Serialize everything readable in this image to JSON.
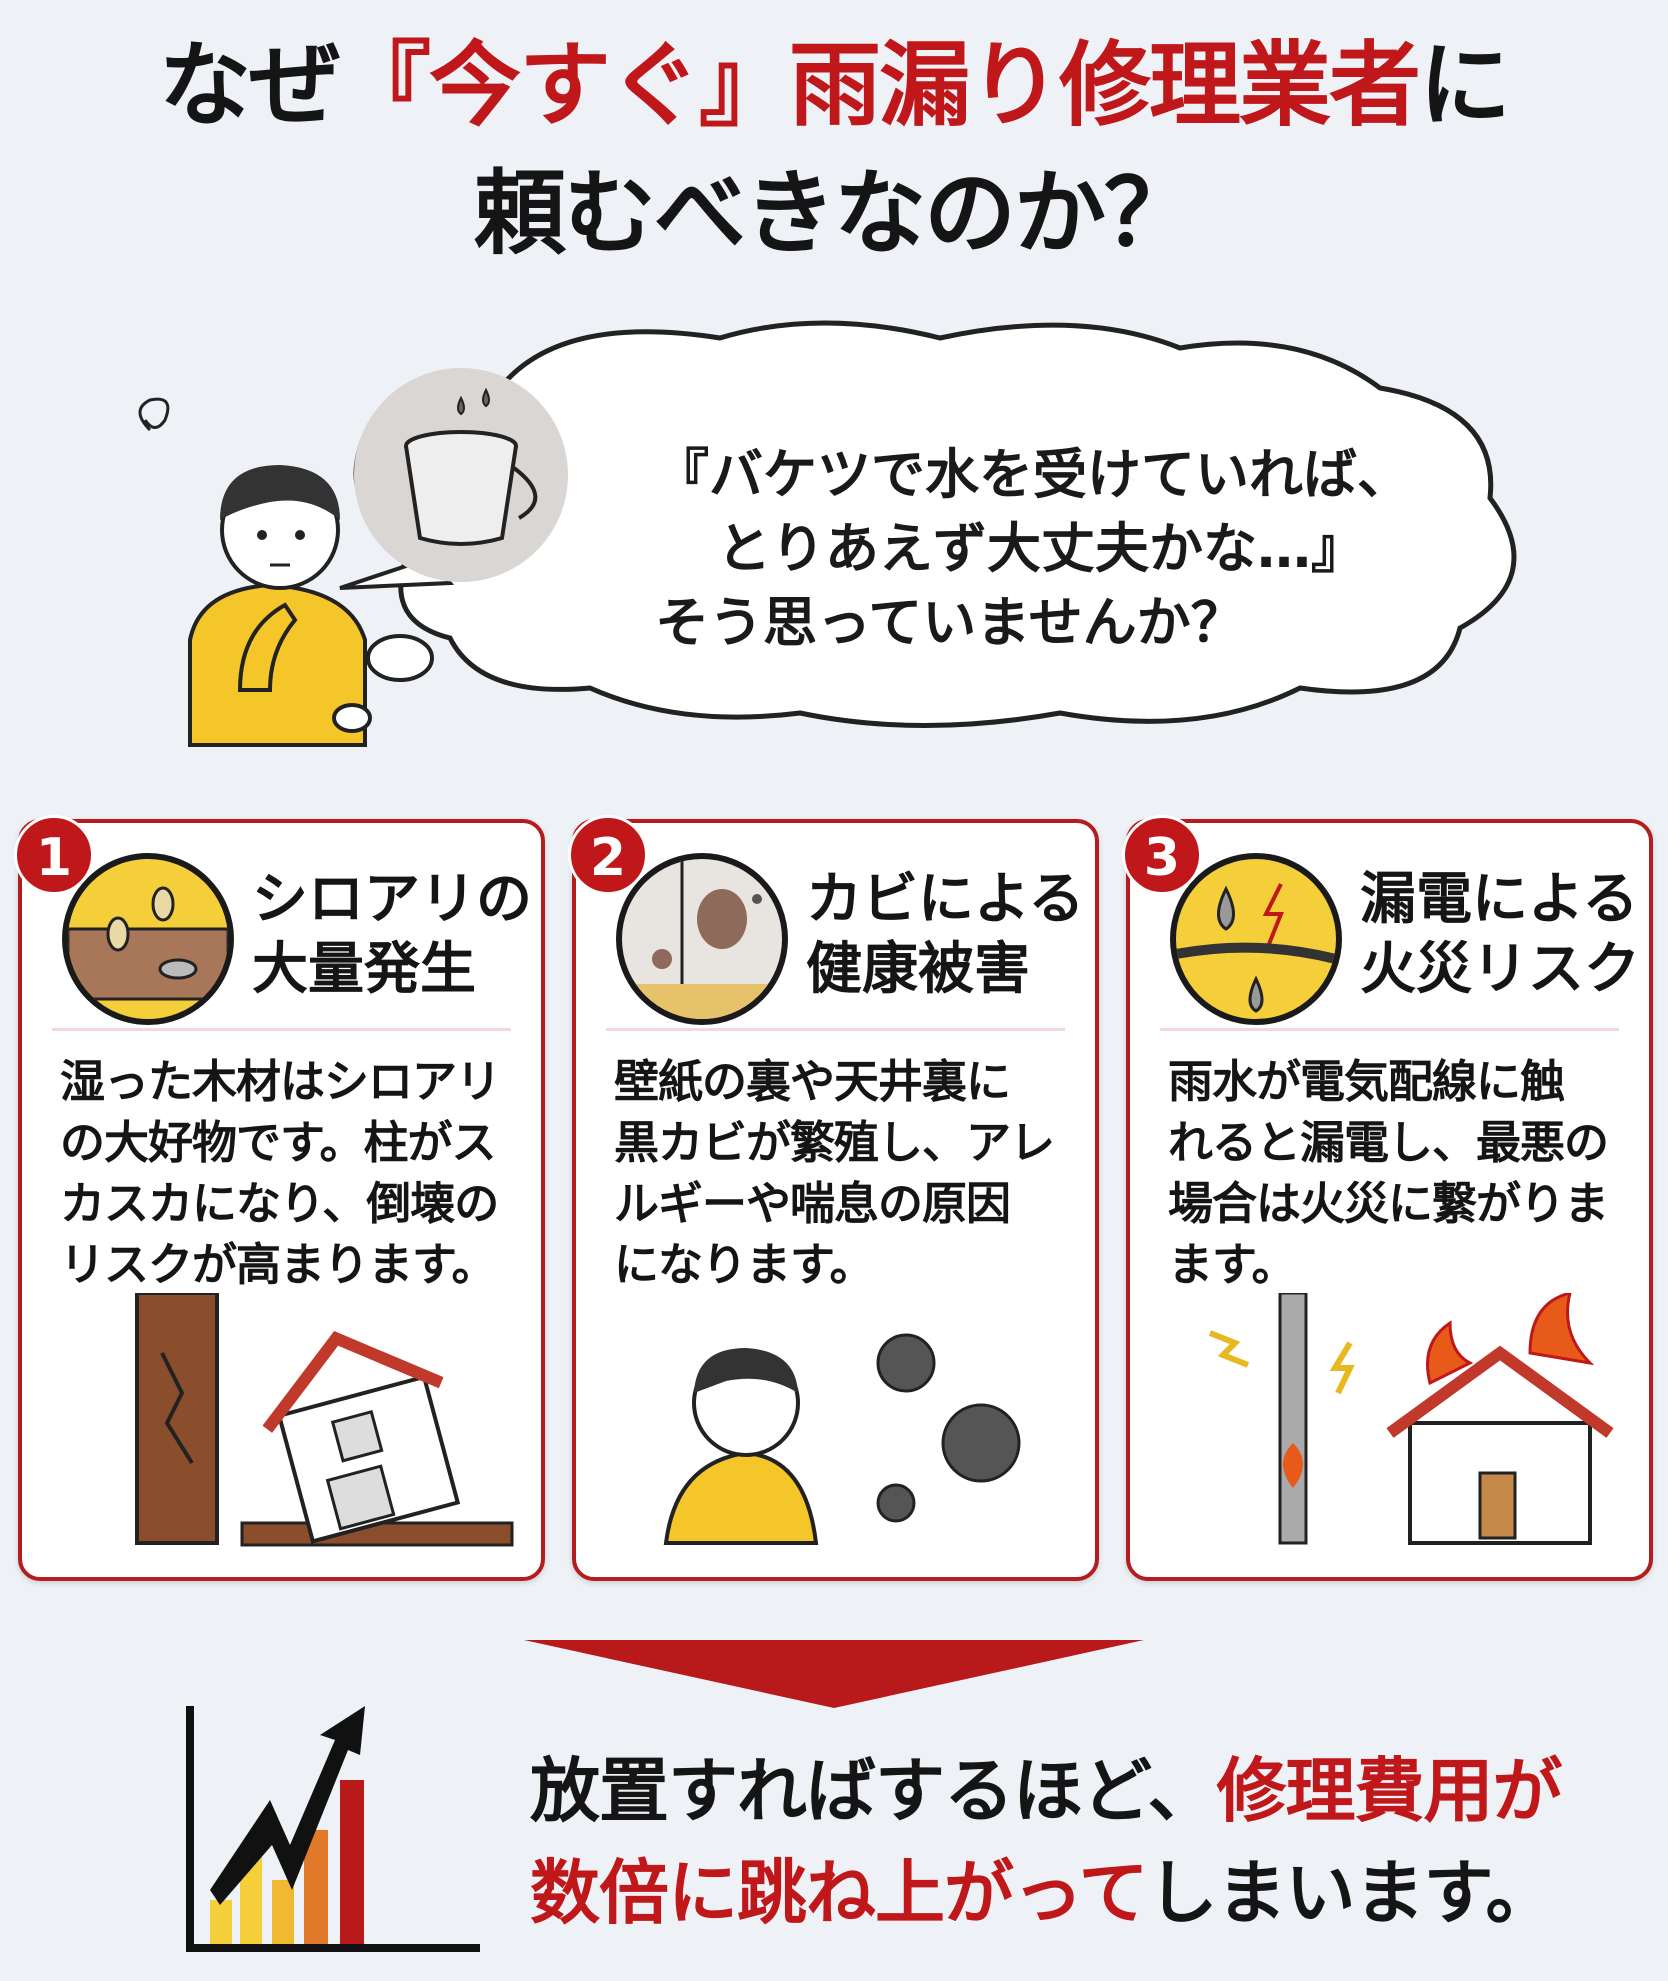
{
  "title": {
    "line1_a": "なぜ",
    "line1_b": "『今すぐ』雨漏り修理業者",
    "line1_c": "に",
    "line2": "頼むべきなのか？"
  },
  "thought": {
    "line1": "『バケツで水を受けていれば、",
    "line2": "とりあえず大丈夫かな…』",
    "line3": "そう思っていませんか？"
  },
  "cards": [
    {
      "number": "1",
      "heading": [
        "シロアリの",
        "大量発生"
      ],
      "body": [
        "湿った木材はシロアリ",
        "の大好物です。柱がス",
        "カスカになり、倒壊の",
        "リスクが高まります。"
      ]
    },
    {
      "number": "2",
      "heading": [
        "カビによる",
        "健康被害"
      ],
      "body": [
        "壁紙の裏や天井裏に",
        "黒カビが繁殖し、アレ",
        "ルギーや喘息の原因",
        "になります。"
      ]
    },
    {
      "number": "3",
      "heading": [
        "漏電による",
        "火災リスク"
      ],
      "body": [
        "雨水が電気配線に触",
        "れると漏電し、最悪の",
        "場合は火災に繋がりま",
        "ます。"
      ]
    }
  ],
  "conclusion": {
    "a": "放置すればするほど、",
    "b": "修理費用が",
    "c": "数倍に跳ね上がって",
    "d": "しまいます。"
  },
  "colors": {
    "accent": "#c0181a",
    "yellow": "#f4cf3a",
    "background": "#eef2f6"
  }
}
